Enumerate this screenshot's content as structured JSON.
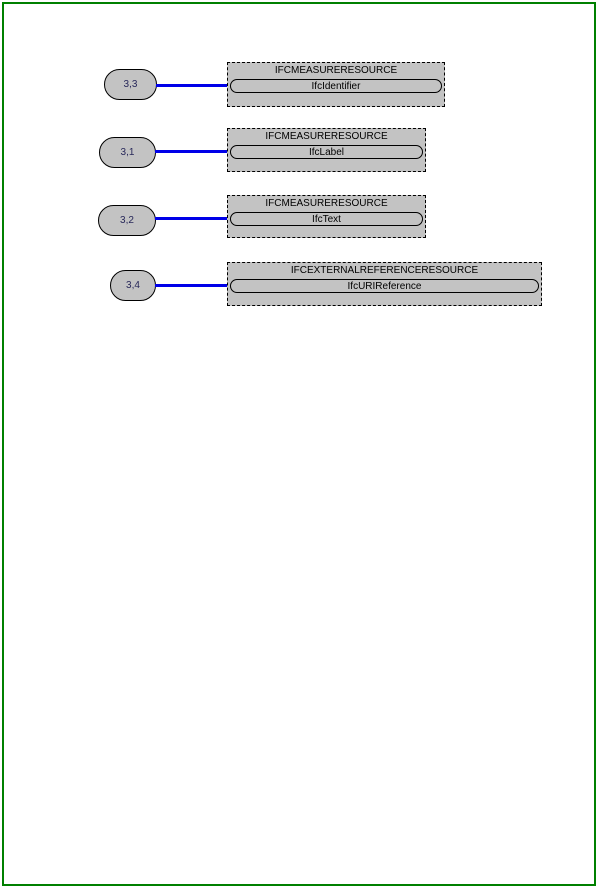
{
  "page": {
    "background": "#ffffff",
    "border_color": "#008000"
  },
  "diagram": {
    "kind": "express-g",
    "nodes": [
      {
        "ref": "3,3",
        "schema": "IFCMEASURERESOURCE",
        "type": "IfcIdentifier"
      },
      {
        "ref": "3,1",
        "schema": "IFCMEASURERESOURCE",
        "type": "IfcLabel"
      },
      {
        "ref": "3,2",
        "schema": "IFCMEASURERESOURCE",
        "type": "IfcText"
      },
      {
        "ref": "3,4",
        "schema": "IFCEXTERNALREFERENCERESOURCE",
        "type": "IfcURIReference"
      }
    ],
    "colors": {
      "node_fill": "#c3c3c3",
      "node_border": "#000000",
      "connector_line": "#0000e8",
      "ref_text": "#28285a",
      "schema_text": "#000000",
      "type_text": "#000000"
    }
  }
}
